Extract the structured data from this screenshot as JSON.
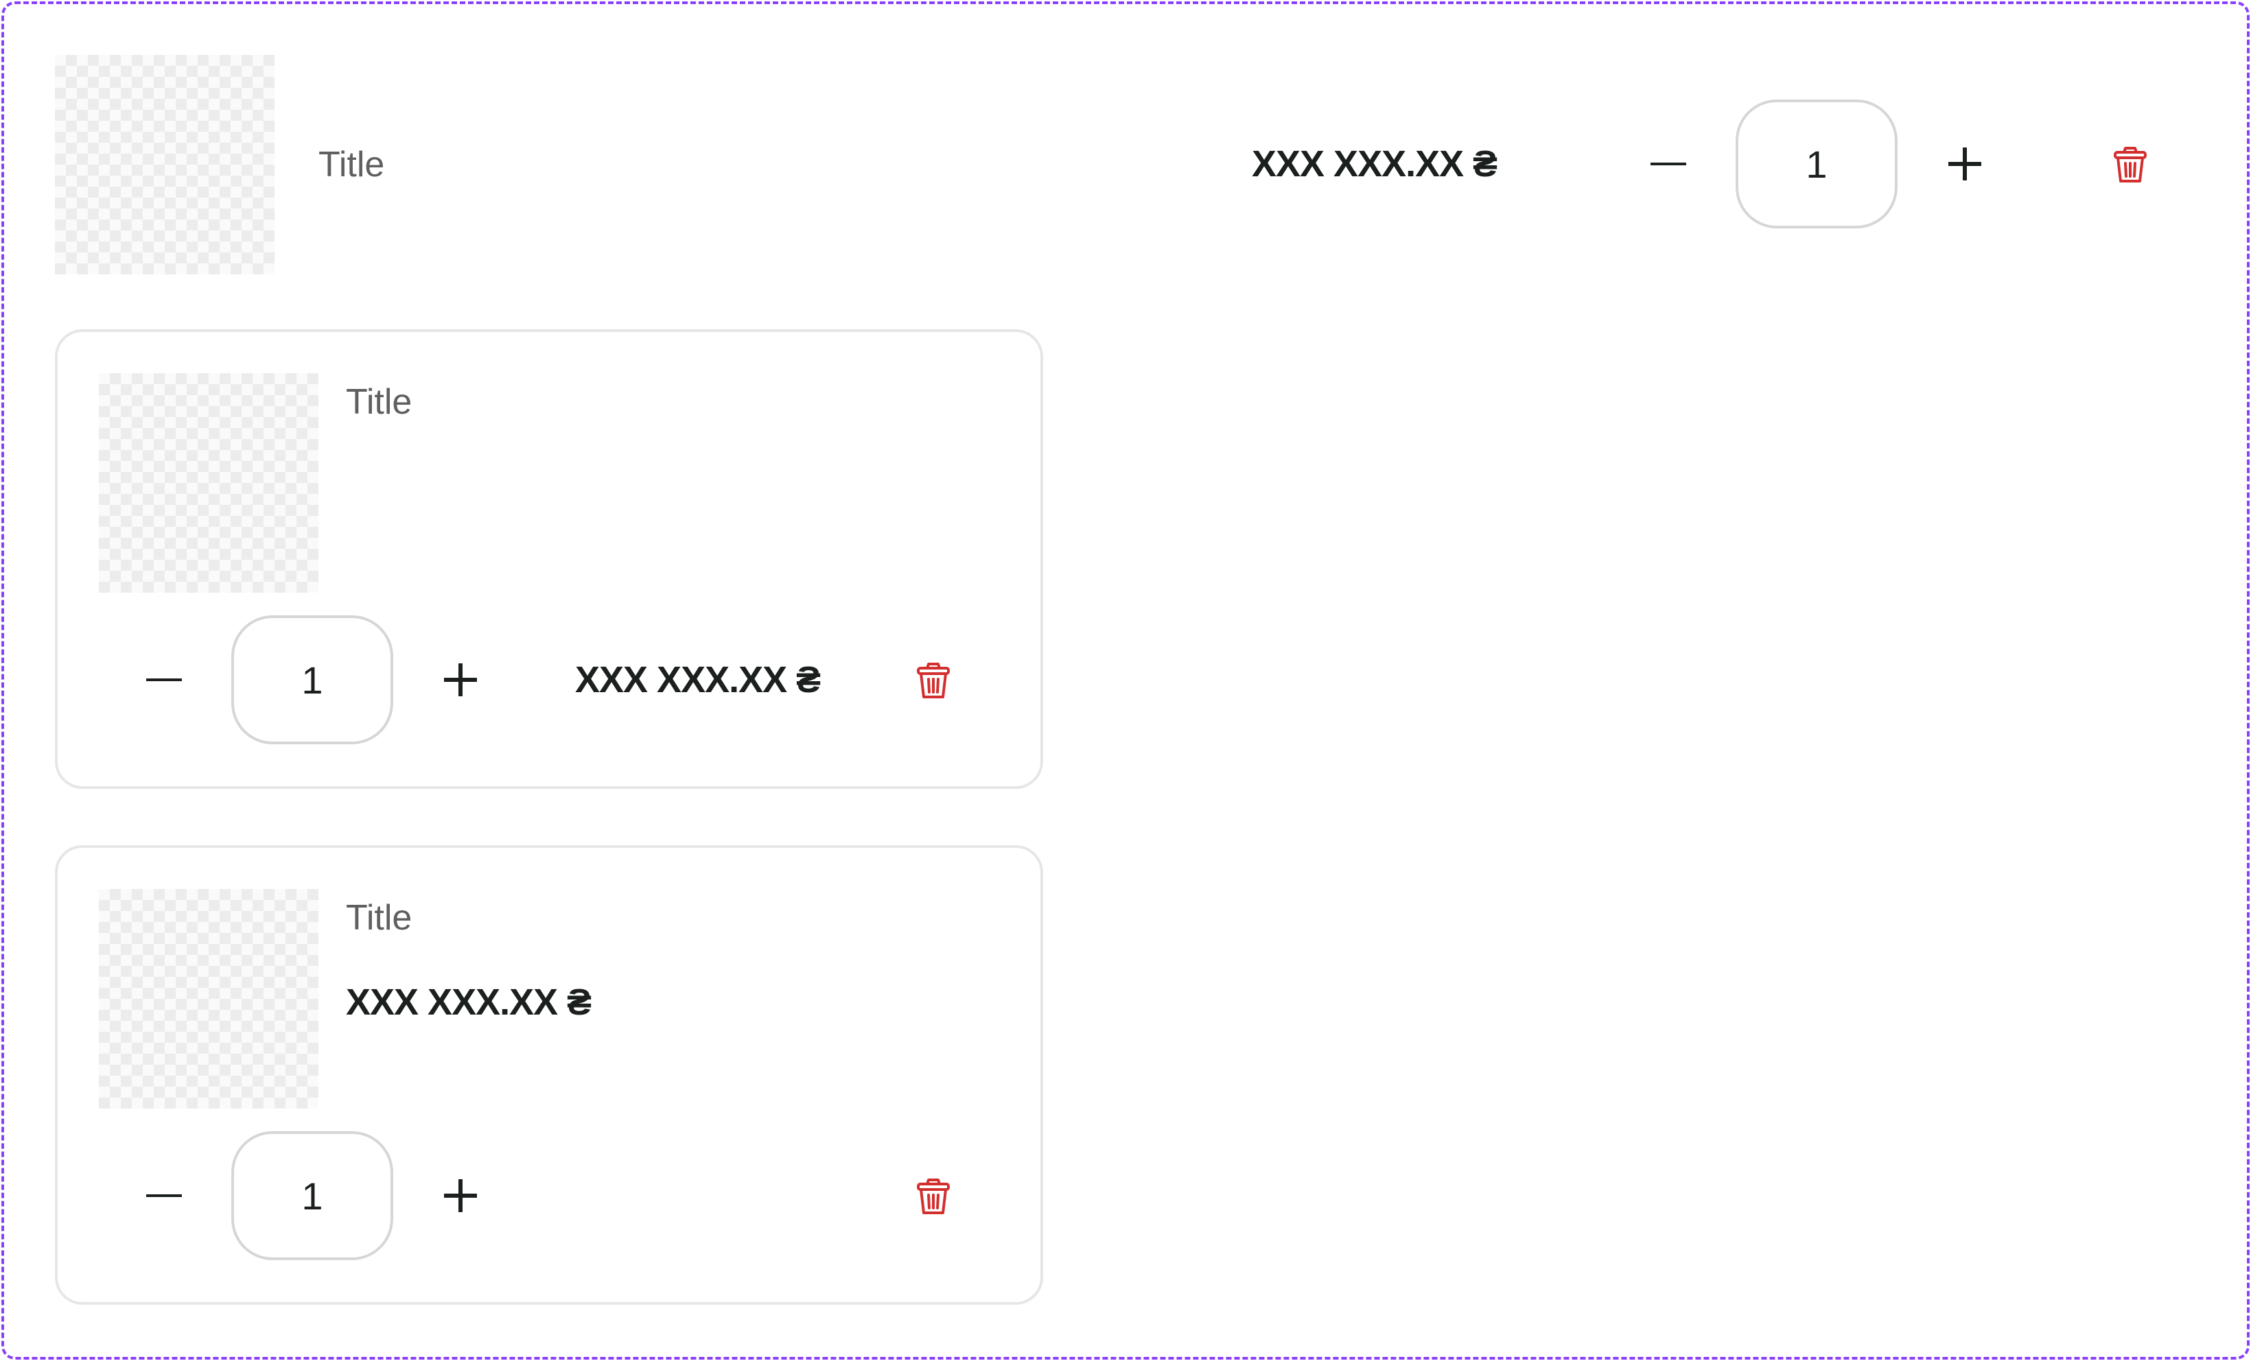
{
  "colors": {
    "frame_border": "#8a3ffc",
    "delete_red": "#d32f2f",
    "text_dark": "#1b1f1e",
    "text_muted": "#5f5f5f"
  },
  "row_item": {
    "title": "Title",
    "price": "XXX XXX.XX ₴",
    "quantity": "1",
    "icons": {
      "decrement": "minus-icon",
      "increment": "plus-icon",
      "delete": "trash-icon"
    }
  },
  "card_item_a": {
    "title": "Title",
    "price": "XXX XXX.XX ₴",
    "quantity": "1"
  },
  "card_item_b": {
    "title": "Title",
    "price": "XXX XXX.XX ₴",
    "quantity": "1"
  }
}
